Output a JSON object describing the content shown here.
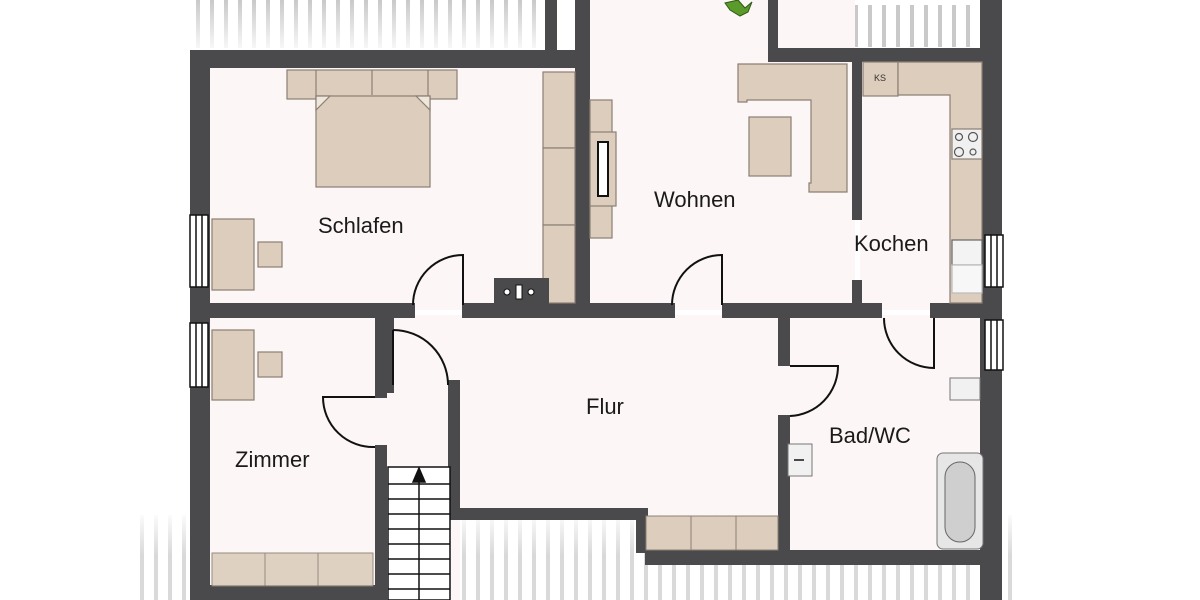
{
  "rooms": {
    "schlafen": "Schlafen",
    "wohnen": "Wohnen",
    "kochen": "Kochen",
    "flur": "Flur",
    "zimmer": "Zimmer",
    "bad": "Bad/WC"
  },
  "fixtures": {
    "fridge": "KS"
  },
  "colors": {
    "wall": "#4a4a4c",
    "floor": "#fdf6f6",
    "furniture": "#dccdbd",
    "furniture_stroke": "#8b7f74"
  }
}
